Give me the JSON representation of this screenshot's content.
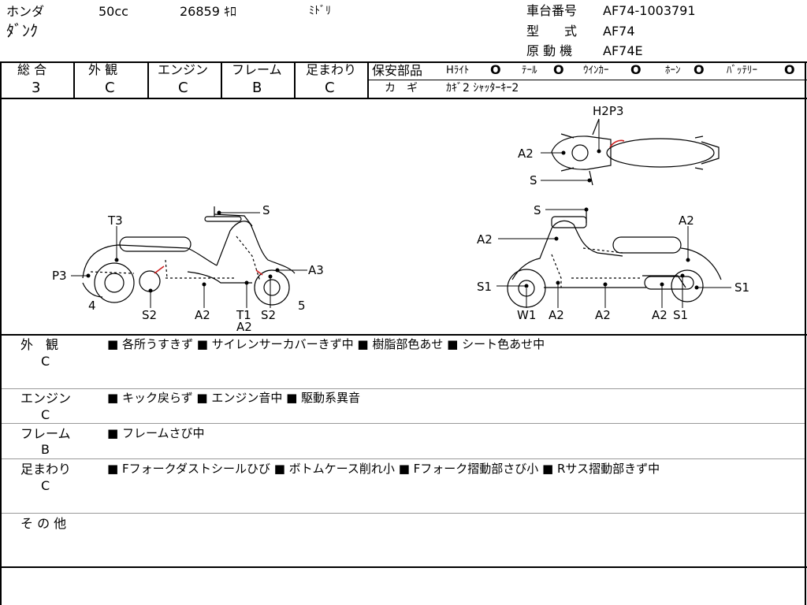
{
  "header": {
    "maker": "ホンダ",
    "displacement": "50cc",
    "mileage": "26859 ｷﾛ",
    "color": "ﾐﾄﾞﾘ",
    "model_name": "ﾀﾞﾝｸ",
    "frame_no_label": "車台番号",
    "frame_no": "AF74-1003791",
    "type_label": "型　　式",
    "type": "AF74",
    "engine_label": "原 動 機",
    "engine": "AF74E"
  },
  "grades": {
    "headers": [
      "総 合",
      "外 観",
      "エンジン",
      "フレーム",
      "足まわり"
    ],
    "values": [
      "3",
      "C",
      "C",
      "B",
      "C"
    ]
  },
  "safety": {
    "label": "保安部品",
    "items": [
      {
        "name": "Hﾗｲﾄ",
        "mark": "O"
      },
      {
        "name": "ﾃｰﾙ",
        "mark": "O"
      },
      {
        "name": "ｳｲﾝｶｰ",
        "mark": "O"
      },
      {
        "name": "ﾎｰﾝ",
        "mark": "O"
      },
      {
        "name": "ﾊﾞｯﾃﾘｰ",
        "mark": "O"
      }
    ],
    "key_label": "カ　ギ",
    "key_value": "ｶｷﾞ2 ｼｬｯﾀｰｷｰ2"
  },
  "diagram": {
    "left_labels": {
      "s": "S",
      "t3": "T3",
      "p3": "P3",
      "a3": "A3",
      "n4": "4",
      "n5": "5",
      "s2a": "S2",
      "a2a": "A2",
      "t1": "T1",
      "s2b": "S2",
      "a2b": "A2"
    },
    "top_labels": {
      "h2p3": "H2P3",
      "a2": "A2",
      "s": "S"
    },
    "right_labels": {
      "s": "S",
      "a2a": "A2",
      "a2b": "A2",
      "s1a": "S1",
      "s1b": "S1",
      "w1": "W1",
      "a2c": "A2",
      "a2d": "A2",
      "a2e": "A2",
      "s1c": "S1"
    }
  },
  "remarks": [
    {
      "title": "外　観",
      "grade": "C",
      "text": "■ 各所うすきず ■ サイレンサーカバーきず中 ■ 樹脂部色あせ ■ シート色あせ中"
    },
    {
      "title": "エンジン",
      "grade": "C",
      "text": "■ キック戻らず ■ エンジン音中 ■ 駆動系異音"
    },
    {
      "title": "フレーム",
      "grade": "B",
      "text": "■ フレームさび中"
    },
    {
      "title": "足まわり",
      "grade": "C",
      "text": "■ Fフォークダストシールひび ■ ボトムケース削れ小 ■ Fフォーク摺動部さび小 ■ Rサス摺動部きず中"
    },
    {
      "title": "そ の 他",
      "grade": "",
      "text": ""
    }
  ],
  "colors": {
    "damage_mark": "#d02020"
  }
}
